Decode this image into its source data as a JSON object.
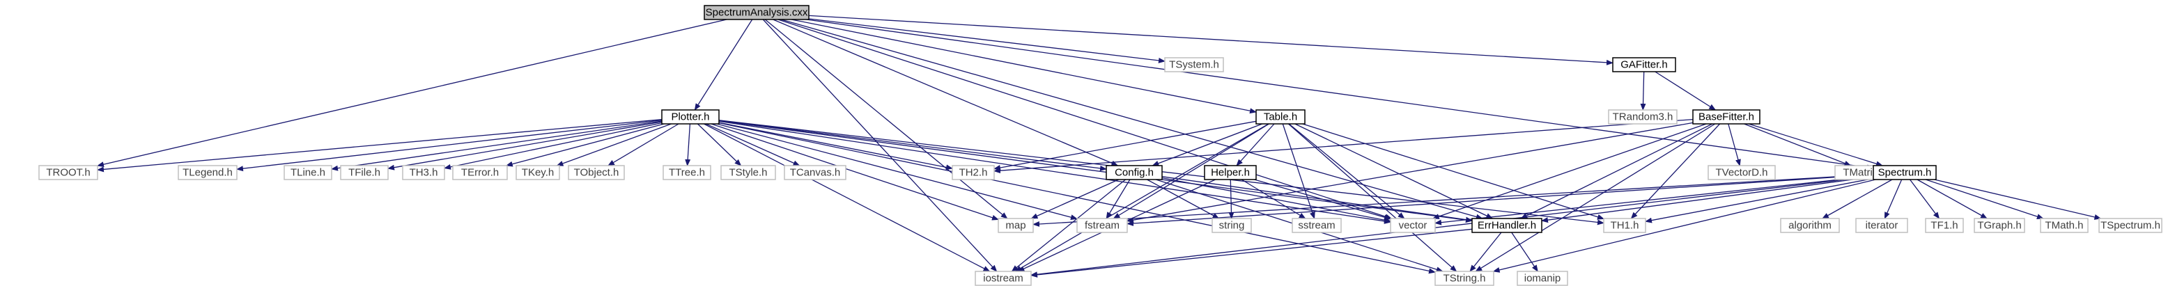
{
  "colors": {
    "edge": "#191970",
    "root_fill": "#bfbfbf",
    "project_stroke": "#000000",
    "system_stroke": "#bfbfbf",
    "project_text": "#000000",
    "system_text": "#404040",
    "background": "#ffffff"
  },
  "nodes": [
    {
      "id": "spectrumanalysis",
      "label": "SpectrumAnalysis.cxx",
      "kind": "root"
    },
    {
      "id": "tsystem",
      "label": "TSystem.h",
      "kind": "system"
    },
    {
      "id": "gafitter",
      "label": "GAFitter.h",
      "kind": "project"
    },
    {
      "id": "trandom3",
      "label": "TRandom3.h",
      "kind": "system"
    },
    {
      "id": "basefitter",
      "label": "BaseFitter.h",
      "kind": "project"
    },
    {
      "id": "plotter",
      "label": "Plotter.h",
      "kind": "project"
    },
    {
      "id": "table",
      "label": "Table.h",
      "kind": "project"
    },
    {
      "id": "troot",
      "label": "TROOT.h",
      "kind": "system"
    },
    {
      "id": "tlegend",
      "label": "TLegend.h",
      "kind": "system"
    },
    {
      "id": "tline",
      "label": "TLine.h",
      "kind": "system"
    },
    {
      "id": "tfile",
      "label": "TFile.h",
      "kind": "system"
    },
    {
      "id": "th3",
      "label": "TH3.h",
      "kind": "system"
    },
    {
      "id": "terror",
      "label": "TError.h",
      "kind": "system"
    },
    {
      "id": "tkey",
      "label": "TKey.h",
      "kind": "system"
    },
    {
      "id": "tobject",
      "label": "TObject.h",
      "kind": "system"
    },
    {
      "id": "ttree",
      "label": "TTree.h",
      "kind": "system"
    },
    {
      "id": "tstyle",
      "label": "TStyle.h",
      "kind": "system"
    },
    {
      "id": "tcanvas",
      "label": "TCanvas.h",
      "kind": "system"
    },
    {
      "id": "th2",
      "label": "TH2.h",
      "kind": "system"
    },
    {
      "id": "config",
      "label": "Config.h",
      "kind": "project"
    },
    {
      "id": "helper",
      "label": "Helper.h",
      "kind": "project"
    },
    {
      "id": "tvectord",
      "label": "TVectorD.h",
      "kind": "system"
    },
    {
      "id": "tmatrixd",
      "label": "TMatrixD.h",
      "kind": "system"
    },
    {
      "id": "spectrum",
      "label": "Spectrum.h",
      "kind": "project"
    },
    {
      "id": "map",
      "label": "map",
      "kind": "system"
    },
    {
      "id": "fstream",
      "label": "fstream",
      "kind": "system"
    },
    {
      "id": "string",
      "label": "string",
      "kind": "system"
    },
    {
      "id": "sstream",
      "label": "sstream",
      "kind": "system"
    },
    {
      "id": "vector",
      "label": "vector",
      "kind": "system"
    },
    {
      "id": "errhandler",
      "label": "ErrHandler.h",
      "kind": "project"
    },
    {
      "id": "th1",
      "label": "TH1.h",
      "kind": "system"
    },
    {
      "id": "algorithm",
      "label": "algorithm",
      "kind": "system"
    },
    {
      "id": "iterator",
      "label": "iterator",
      "kind": "system"
    },
    {
      "id": "tf1",
      "label": "TF1.h",
      "kind": "system"
    },
    {
      "id": "tgraph",
      "label": "TGraph.h",
      "kind": "system"
    },
    {
      "id": "tmath",
      "label": "TMath.h",
      "kind": "system"
    },
    {
      "id": "tspectrum",
      "label": "TSpectrum.h",
      "kind": "system"
    },
    {
      "id": "iostream",
      "label": "iostream",
      "kind": "system"
    },
    {
      "id": "tstring",
      "label": "TString.h",
      "kind": "system"
    },
    {
      "id": "iomanip",
      "label": "iomanip",
      "kind": "system"
    }
  ],
  "edges": [
    [
      "spectrumanalysis",
      "tsystem"
    ],
    [
      "spectrumanalysis",
      "gafitter"
    ],
    [
      "spectrumanalysis",
      "plotter"
    ],
    [
      "spectrumanalysis",
      "table"
    ],
    [
      "spectrumanalysis",
      "config"
    ],
    [
      "spectrumanalysis",
      "spectrum"
    ],
    [
      "spectrumanalysis",
      "errhandler"
    ],
    [
      "spectrumanalysis",
      "vector"
    ],
    [
      "spectrumanalysis",
      "iostream"
    ],
    [
      "spectrumanalysis",
      "map"
    ],
    [
      "spectrumanalysis",
      "troot"
    ],
    [
      "gafitter",
      "trandom3"
    ],
    [
      "gafitter",
      "basefitter"
    ],
    [
      "basefitter",
      "tvectord"
    ],
    [
      "basefitter",
      "tmatrixd"
    ],
    [
      "basefitter",
      "spectrum"
    ],
    [
      "basefitter",
      "th1"
    ],
    [
      "basefitter",
      "vector"
    ],
    [
      "basefitter",
      "tstring"
    ],
    [
      "basefitter",
      "errhandler"
    ],
    [
      "basefitter",
      "fstream"
    ],
    [
      "basefitter",
      "th2"
    ],
    [
      "plotter",
      "troot"
    ],
    [
      "plotter",
      "tlegend"
    ],
    [
      "plotter",
      "tline"
    ],
    [
      "plotter",
      "tfile"
    ],
    [
      "plotter",
      "th3"
    ],
    [
      "plotter",
      "terror"
    ],
    [
      "plotter",
      "tkey"
    ],
    [
      "plotter",
      "tobject"
    ],
    [
      "plotter",
      "ttree"
    ],
    [
      "plotter",
      "tstyle"
    ],
    [
      "plotter",
      "tcanvas"
    ],
    [
      "plotter",
      "th2"
    ],
    [
      "plotter",
      "config"
    ],
    [
      "plotter",
      "th1"
    ],
    [
      "plotter",
      "errhandler"
    ],
    [
      "plotter",
      "vector"
    ],
    [
      "plotter",
      "map"
    ],
    [
      "plotter",
      "fstream"
    ],
    [
      "plotter",
      "iostream"
    ],
    [
      "plotter",
      "tstring"
    ],
    [
      "table",
      "th2"
    ],
    [
      "table",
      "config"
    ],
    [
      "table",
      "helper"
    ],
    [
      "table",
      "vector"
    ],
    [
      "table",
      "sstream"
    ],
    [
      "table",
      "errhandler"
    ],
    [
      "table",
      "th1"
    ],
    [
      "table",
      "tstring"
    ],
    [
      "table",
      "fstream"
    ],
    [
      "table",
      "iostream"
    ],
    [
      "config",
      "map"
    ],
    [
      "config",
      "fstream"
    ],
    [
      "config",
      "string"
    ],
    [
      "config",
      "vector"
    ],
    [
      "config",
      "errhandler"
    ],
    [
      "config",
      "iostream"
    ],
    [
      "config",
      "tstring"
    ],
    [
      "helper",
      "string"
    ],
    [
      "helper",
      "sstream"
    ],
    [
      "helper",
      "vector"
    ],
    [
      "helper",
      "iostream"
    ],
    [
      "spectrum",
      "map"
    ],
    [
      "spectrum",
      "fstream"
    ],
    [
      "spectrum",
      "vector"
    ],
    [
      "spectrum",
      "errhandler"
    ],
    [
      "spectrum",
      "th1"
    ],
    [
      "spectrum",
      "algorithm"
    ],
    [
      "spectrum",
      "iterator"
    ],
    [
      "spectrum",
      "tf1"
    ],
    [
      "spectrum",
      "tgraph"
    ],
    [
      "spectrum",
      "tmath"
    ],
    [
      "spectrum",
      "tspectrum"
    ],
    [
      "spectrum",
      "iostream"
    ],
    [
      "spectrum",
      "tstring"
    ],
    [
      "errhandler",
      "iostream"
    ],
    [
      "errhandler",
      "tstring"
    ],
    [
      "errhandler",
      "iomanip"
    ]
  ]
}
